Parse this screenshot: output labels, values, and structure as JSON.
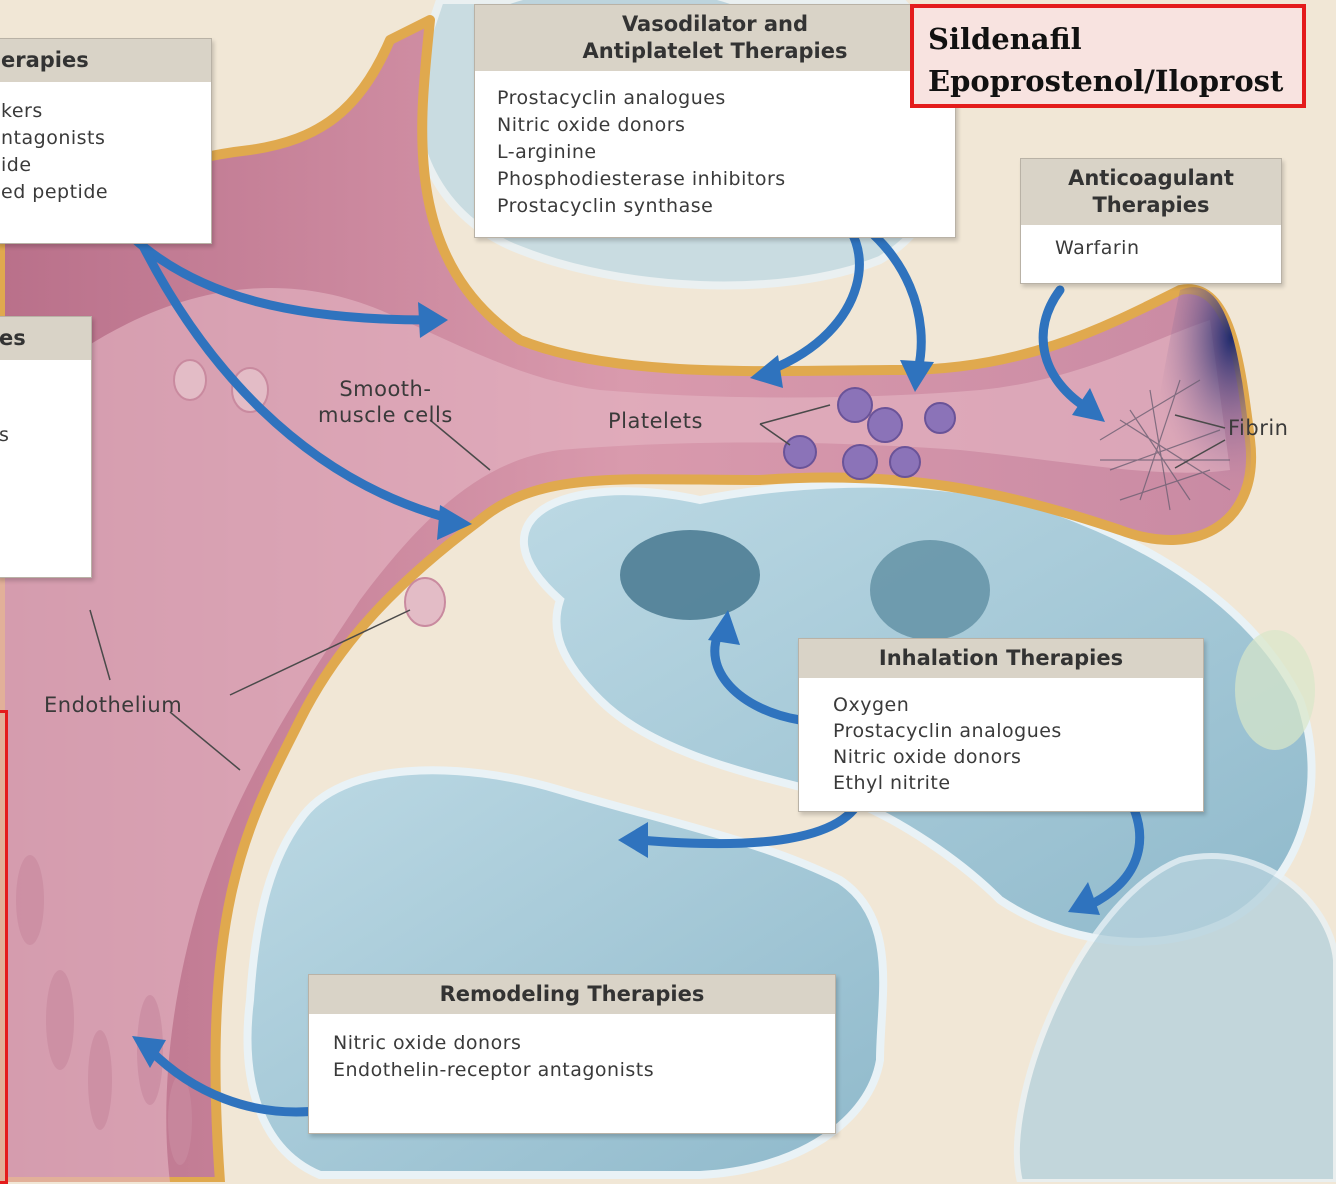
{
  "callout": {
    "lines": [
      "Sildenafil",
      "Epoprostenol/Iloprost"
    ],
    "border_color": "#e41c1c",
    "background": "#f8e3e0"
  },
  "boxes": {
    "topleft": {
      "title": "erapies",
      "items": [
        "kers",
        "ntagonists",
        "ide",
        "ed peptide"
      ]
    },
    "midleft": {
      "title": "es",
      "items": [
        "s"
      ]
    },
    "vasodilator": {
      "title": "Vasodilator and Antiplatelet Therapies",
      "items": [
        "Prostacyclin analogues",
        "Nitric oxide donors",
        "L-arginine",
        "Phosphodiesterase inhibitors",
        "Prostacyclin synthase"
      ]
    },
    "anticoagulant": {
      "title": "Anticoagulant Therapies",
      "items": [
        "Warfarin"
      ]
    },
    "inhalation": {
      "title": "Inhalation Therapies",
      "items": [
        "Oxygen",
        "Prostacyclin analogues",
        "Nitric oxide donors",
        "Ethyl nitrite"
      ]
    },
    "remodeling": {
      "title": "Remodeling Therapies",
      "items": [
        "Nitric oxide donors",
        "Endothelin-receptor antagonists"
      ]
    }
  },
  "labels": {
    "smooth_muscle": "Smooth-\nmuscle cells",
    "platelets": "Platelets",
    "fibrin": "Fibrin",
    "endothelium": "Endothelium"
  },
  "colors": {
    "vessel_wall": "#e8b9c3",
    "vessel_lumen": "#c98a9f",
    "smooth_muscle": "#e0a94e",
    "alveolus": "#a7cbd8",
    "alveolus_dark": "#5f8ea3",
    "arrow": "#2f73be",
    "platelet": "#8b73b8",
    "background": "#f1e7d6"
  }
}
